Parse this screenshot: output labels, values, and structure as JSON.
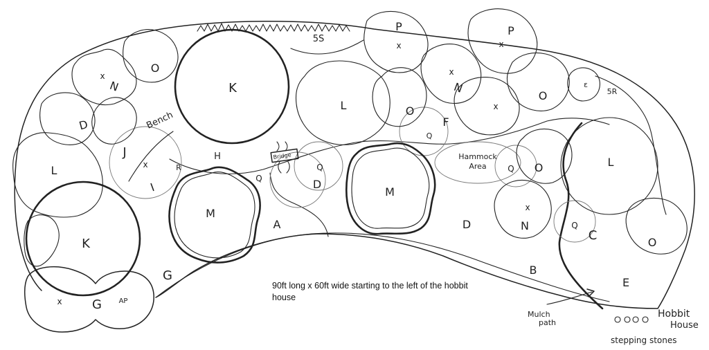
{
  "caption": "90ft long x 60ft wide starting to the left of the hobbit house",
  "annotations": {
    "bench": "Bench",
    "bridge": "Bridge",
    "hammock_area": [
      "Hammock",
      "Area"
    ],
    "mulch_path": [
      "Mulch",
      "path"
    ],
    "hobbit_house": [
      "Hobbit",
      "House"
    ],
    "stepping_stones": "stepping stones"
  },
  "plant_labels": {
    "K": "K",
    "L": "L",
    "M": "M",
    "O": "O",
    "P": "P",
    "N": "N",
    "D": "D",
    "J": "J",
    "I": "I",
    "R": "R",
    "H": "H",
    "Q": "Q",
    "A": "A",
    "G": "G",
    "F": "F",
    "B": "B",
    "C": "C",
    "E": "E",
    "X": "x",
    "5S": "5S",
    "5R": "5R",
    "small_r": "r",
    "small_e": "ε",
    "AP": "AP"
  }
}
